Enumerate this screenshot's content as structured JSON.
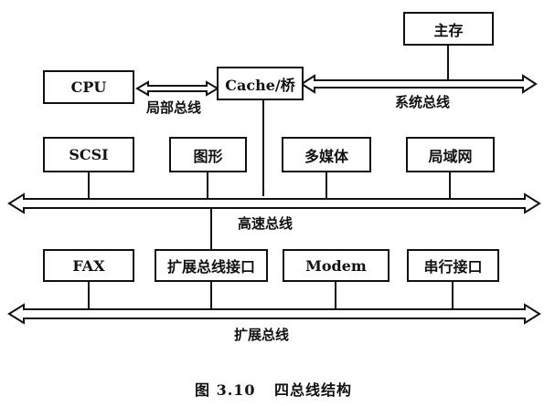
{
  "figure": {
    "caption_number": "图 3.10",
    "caption_title": "四总线结构"
  },
  "components": {
    "main_memory": "主存",
    "cpu": "CPU",
    "cache_bridge": "Cache/桥",
    "scsi": "SCSI",
    "graphics": "图形",
    "multimedia": "多媒体",
    "lan": "局域网",
    "fax": "FAX",
    "expansion_bus_interface": "扩展总线接口",
    "modem": "Modem",
    "serial_interface": "串行接口"
  },
  "buses": {
    "local_bus": "局部总线",
    "system_bus": "系统总线",
    "high_speed_bus": "高速总线",
    "expansion_bus": "扩展总线"
  }
}
